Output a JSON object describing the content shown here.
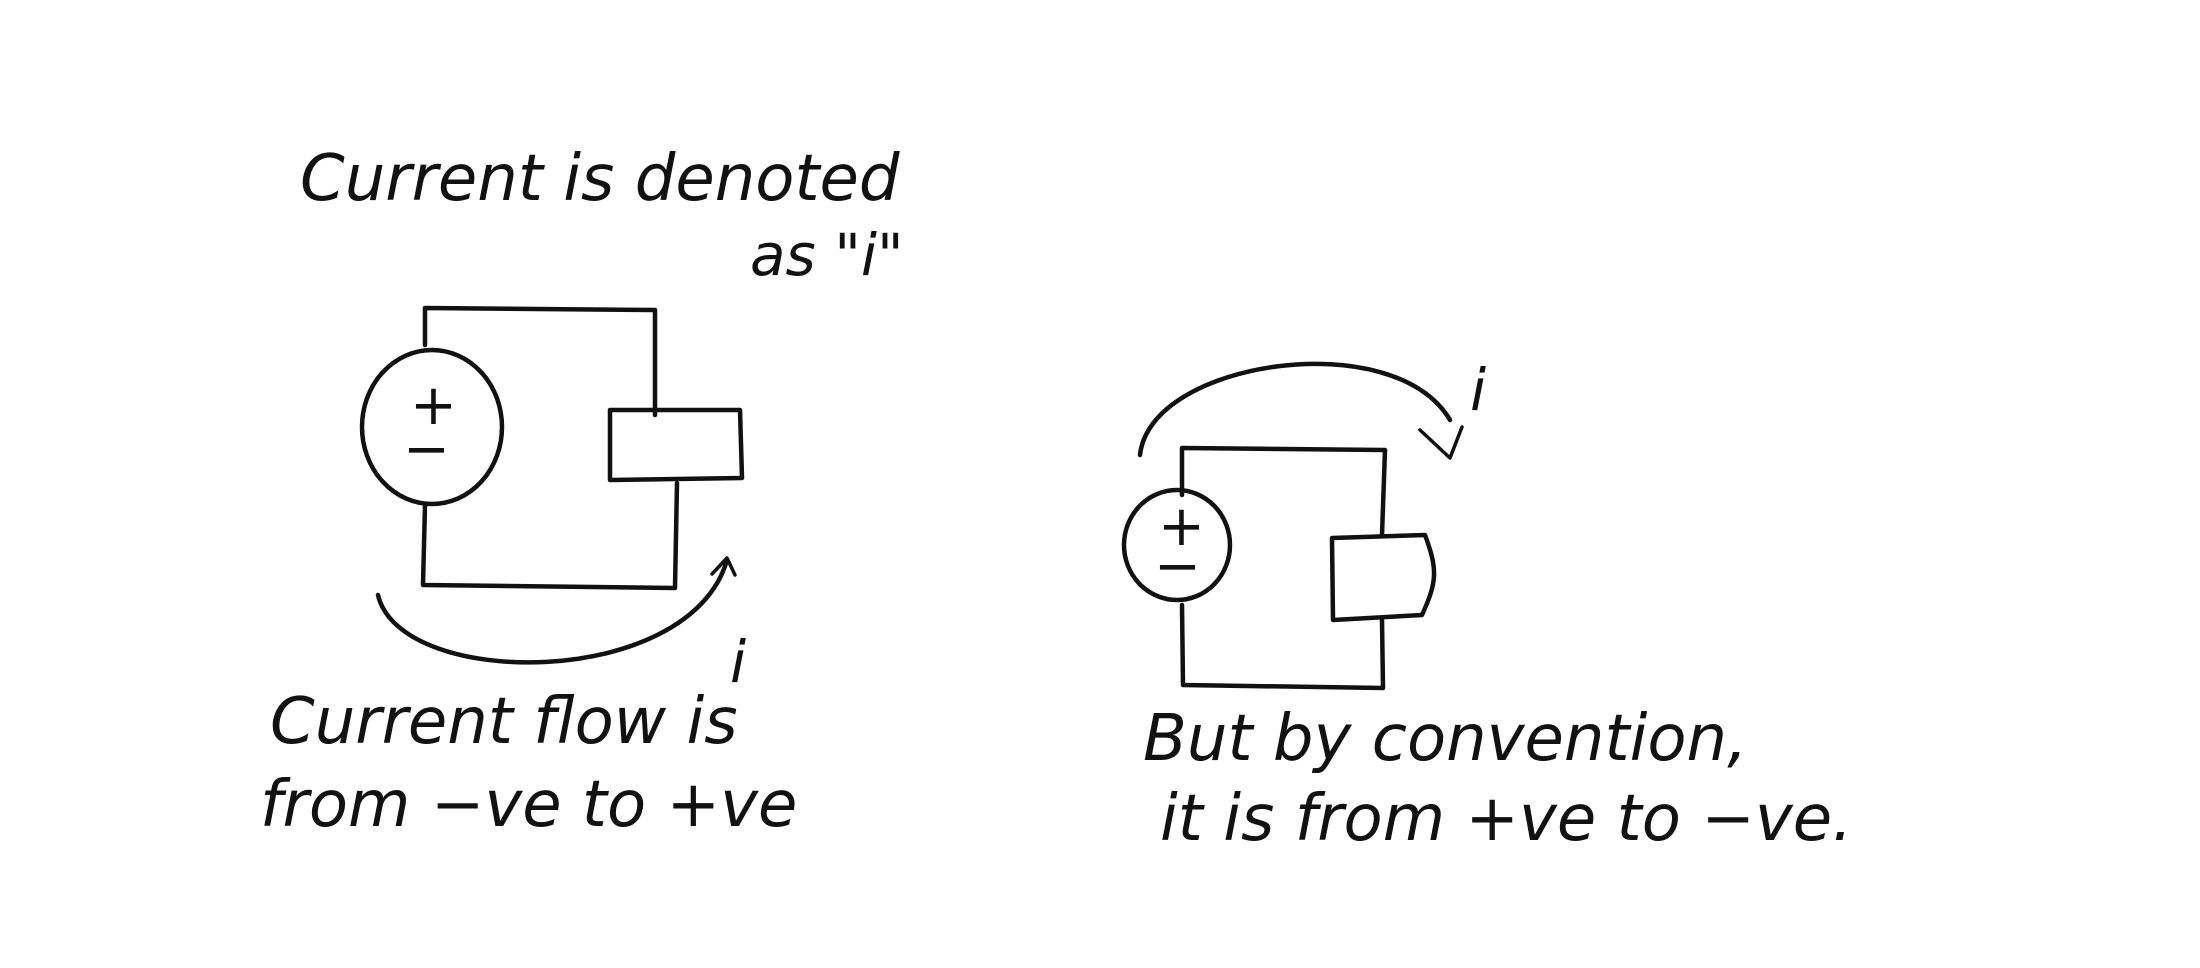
{
  "page": {
    "background": "#ffffff",
    "ink_color": "#111111"
  },
  "left_panel": {
    "title_line1": "Current is denoted",
    "title_line2": "as \"i\"",
    "source_plus": "+",
    "source_minus": "−",
    "current_symbol": "i",
    "caption_line1": "Current flow is",
    "caption_line2": "from −ve to +ve"
  },
  "right_panel": {
    "source_plus": "+",
    "source_minus": "−",
    "current_symbol": "i",
    "caption_line1": "But by convention,",
    "caption_line2": "it is from +ve to −ve."
  }
}
